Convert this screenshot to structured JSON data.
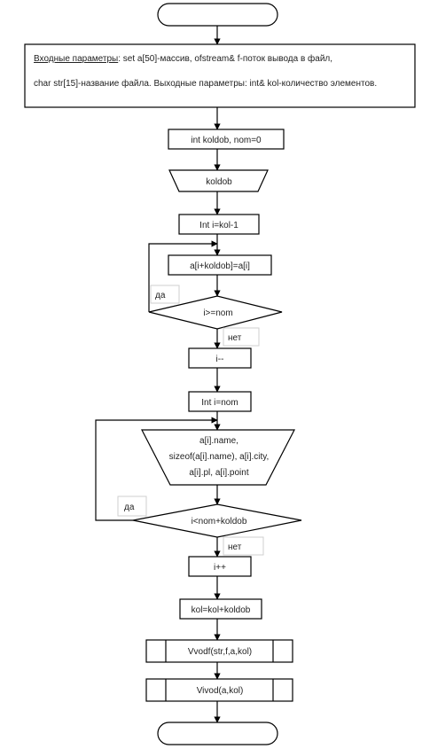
{
  "params": {
    "input_label": "Входные параметры",
    "line1_rest": ": set a[50]-массив, ofstream& f-поток вывода в файл,",
    "line2": "char str[15]-название файла. Выходные параметры: int& kol-количество элементов."
  },
  "blocks": {
    "init": "int koldob, nom=0",
    "input_koldob": "koldob",
    "loop1_init": "Int i=kol-1",
    "loop1_body": "a[i+koldob]=a[i]",
    "loop1_cond": "i>=nom",
    "loop1_yes": "да",
    "loop1_no": "нет",
    "decrement": "i--",
    "loop2_init": "Int i=nom",
    "io_line1": "a[i].name,",
    "io_line2": "sizeof(a[i].name), a[i].city,",
    "io_line3": "a[i].pl, a[i].point",
    "loop2_cond": "i<nom+koldob",
    "loop2_yes": "да",
    "loop2_no": "нет",
    "increment": "i++",
    "update_kol": "kol=kol+koldob",
    "call1": "Vvodf(str,f,a,kol)",
    "call2": "Vivod(a,kol)"
  }
}
